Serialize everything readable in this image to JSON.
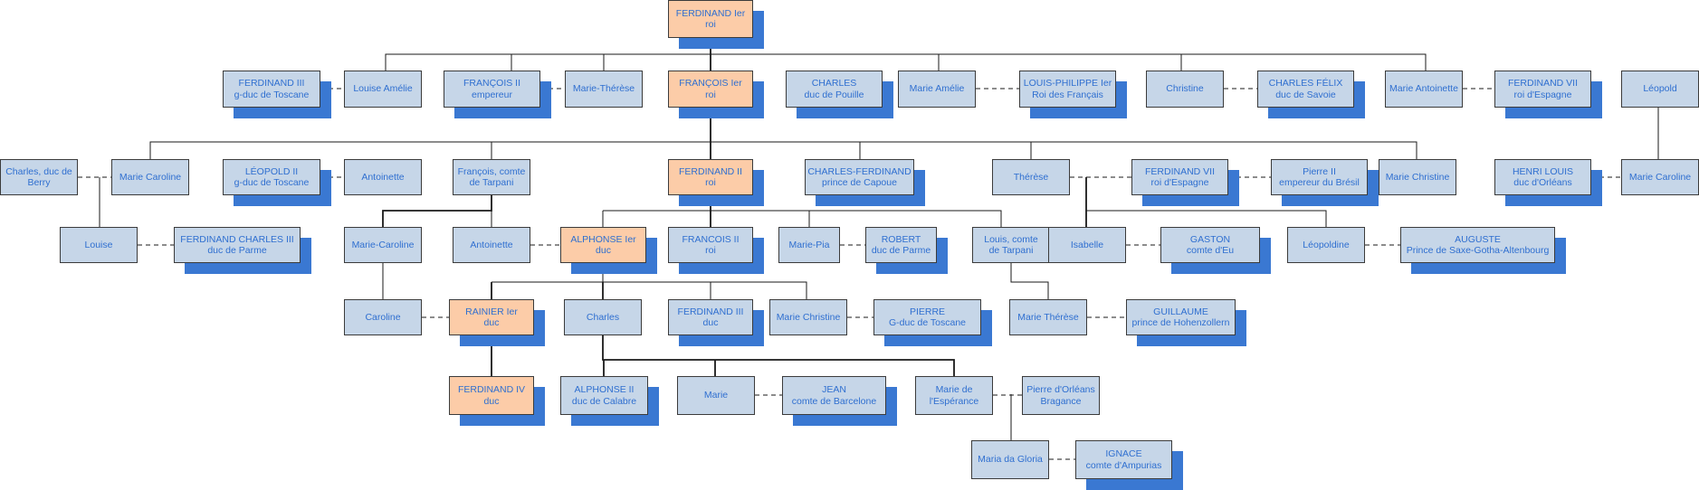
{
  "tree": {
    "colors": {
      "box_fill": "#c6d6e8",
      "ruler_fill": "#fccca8",
      "shadow": "#3a78d2",
      "text": "#2f6fd0",
      "border": "#3b3b3b",
      "line": "#1a1a1a"
    },
    "nodes": [
      {
        "id": "ferdinand1",
        "l1": "FERDINAND Ier",
        "l2": "roi",
        "ruler": true,
        "shadow": true
      },
      {
        "id": "ferdinand3_toscane",
        "l1": "FERDINAND III",
        "l2": "g-duc de Toscane",
        "shadow": true
      },
      {
        "id": "louise_amelie",
        "l1": "Louise Amélie",
        "l2": ""
      },
      {
        "id": "francois2_emp",
        "l1": "FRANÇOIS II",
        "l2": "empereur",
        "shadow": true
      },
      {
        "id": "marie_therese1",
        "l1": "Marie-Thérèse",
        "l2": ""
      },
      {
        "id": "francois1",
        "l1": "FRANÇOIS Ier",
        "l2": "roi",
        "ruler": true,
        "shadow": true
      },
      {
        "id": "charles_pouille",
        "l1": "CHARLES",
        "l2": "duc de Pouille",
        "shadow": true
      },
      {
        "id": "marie_amelie",
        "l1": "Marie Amélie",
        "l2": ""
      },
      {
        "id": "louis_philippe",
        "l1": "LOUIS-PHILIPPE Ier",
        "l2": "Roi des Français",
        "shadow": true
      },
      {
        "id": "christine",
        "l1": "Christine",
        "l2": ""
      },
      {
        "id": "charles_felix",
        "l1": "CHARLES FÉLIX",
        "l2": "duc de Savoie",
        "shadow": true
      },
      {
        "id": "marie_antoinette",
        "l1": "Marie Antoinette",
        "l2": ""
      },
      {
        "id": "ferdinand7_a",
        "l1": "FERDINAND VII",
        "l2": "roi d'Espagne",
        "shadow": true
      },
      {
        "id": "leopold",
        "l1": "Léopold",
        "l2": ""
      },
      {
        "id": "charles_berry",
        "l1": "Charles, duc de",
        "l2": "Berry"
      },
      {
        "id": "marie_caroline1",
        "l1": "Marie Caroline",
        "l2": ""
      },
      {
        "id": "leopold2",
        "l1": "LÉOPOLD II",
        "l2": "g-duc de Toscane",
        "shadow": true
      },
      {
        "id": "antoinette1",
        "l1": "Antoinette",
        "l2": ""
      },
      {
        "id": "francois_tarpani",
        "l1": "François, comte",
        "l2": "de Tarpani"
      },
      {
        "id": "ferdinand2",
        "l1": "FERDINAND II",
        "l2": "roi",
        "ruler": true,
        "shadow": true
      },
      {
        "id": "charles_ferdinand",
        "l1": "CHARLES-FERDINAND",
        "l2": "prince de Capoue",
        "shadow": true
      },
      {
        "id": "therese",
        "l1": "Thérèse",
        "l2": ""
      },
      {
        "id": "ferdinand7_b",
        "l1": "FERDINAND VII",
        "l2": "roi d'Espagne",
        "shadow": true
      },
      {
        "id": "pierre2",
        "l1": "Pierre II",
        "l2": "empereur du Brésil",
        "shadow": true
      },
      {
        "id": "marie_christine1",
        "l1": "Marie Christine",
        "l2": ""
      },
      {
        "id": "henri_louis",
        "l1": "HENRI LOUIS",
        "l2": "duc d'Orléans",
        "shadow": true
      },
      {
        "id": "marie_caroline2",
        "l1": "Marie Caroline",
        "l2": ""
      },
      {
        "id": "louise",
        "l1": "Louise",
        "l2": ""
      },
      {
        "id": "ferdinand_charles3",
        "l1": "FERDINAND CHARLES III",
        "l2": "duc de Parme",
        "shadow": true
      },
      {
        "id": "marie_caroline3",
        "l1": "Marie-Caroline",
        "l2": ""
      },
      {
        "id": "antoinette2",
        "l1": "Antoinette",
        "l2": ""
      },
      {
        "id": "alphonse1",
        "l1": "ALPHONSE Ier",
        "l2": "duc",
        "ruler": true,
        "shadow": true
      },
      {
        "id": "francois2_roi",
        "l1": "FRANCOIS II",
        "l2": "roi",
        "shadow": true
      },
      {
        "id": "marie_pia",
        "l1": "Marie-Pia",
        "l2": ""
      },
      {
        "id": "robert",
        "l1": "ROBERT",
        "l2": "duc de Parme",
        "shadow": true
      },
      {
        "id": "louis_tarpani",
        "l1": "Louis, comte",
        "l2": "de Tarpani"
      },
      {
        "id": "isabelle",
        "l1": "Isabelle",
        "l2": ""
      },
      {
        "id": "gaston",
        "l1": "GASTON",
        "l2": "comte d'Eu",
        "shadow": true
      },
      {
        "id": "leopoldine",
        "l1": "Léopoldine",
        "l2": ""
      },
      {
        "id": "auguste",
        "l1": "AUGUSTE",
        "l2": "Prince de Saxe-Gotha-Altenbourg",
        "shadow": true
      },
      {
        "id": "caroline",
        "l1": "Caroline",
        "l2": ""
      },
      {
        "id": "rainier1",
        "l1": "RAINIER Ier",
        "l2": "duc",
        "ruler": true,
        "shadow": true
      },
      {
        "id": "charles2",
        "l1": "Charles",
        "l2": ""
      },
      {
        "id": "ferdinand3_duc",
        "l1": "FERDINAND III",
        "l2": "duc",
        "shadow": true
      },
      {
        "id": "marie_christine2",
        "l1": "Marie Christine",
        "l2": ""
      },
      {
        "id": "pierre_toscane",
        "l1": "PIERRE",
        "l2": "G-duc de Toscane",
        "shadow": true
      },
      {
        "id": "marie_therese2",
        "l1": "Marie Thérèse",
        "l2": ""
      },
      {
        "id": "guillaume",
        "l1": "GUILLAUME",
        "l2": "prince de Hohenzollern",
        "shadow": true
      },
      {
        "id": "ferdinand4",
        "l1": "FERDINAND IV",
        "l2": "duc",
        "ruler": true,
        "shadow": true
      },
      {
        "id": "alphonse2",
        "l1": "ALPHONSE II",
        "l2": "duc de Calabre",
        "shadow": true
      },
      {
        "id": "marie",
        "l1": "Marie",
        "l2": ""
      },
      {
        "id": "jean",
        "l1": "JEAN",
        "l2": "comte de Barcelone",
        "shadow": true
      },
      {
        "id": "marie_esperance",
        "l1": "Marie de",
        "l2": "l'Espérance"
      },
      {
        "id": "pierre_orleans",
        "l1": "Pierre d'Orléans",
        "l2": "Bragance"
      },
      {
        "id": "maria_gloria",
        "l1": "Maria da Gloria",
        "l2": ""
      },
      {
        "id": "ignace",
        "l1": "IGNACE",
        "l2": "comte d'Ampurias",
        "shadow": true
      }
    ]
  }
}
